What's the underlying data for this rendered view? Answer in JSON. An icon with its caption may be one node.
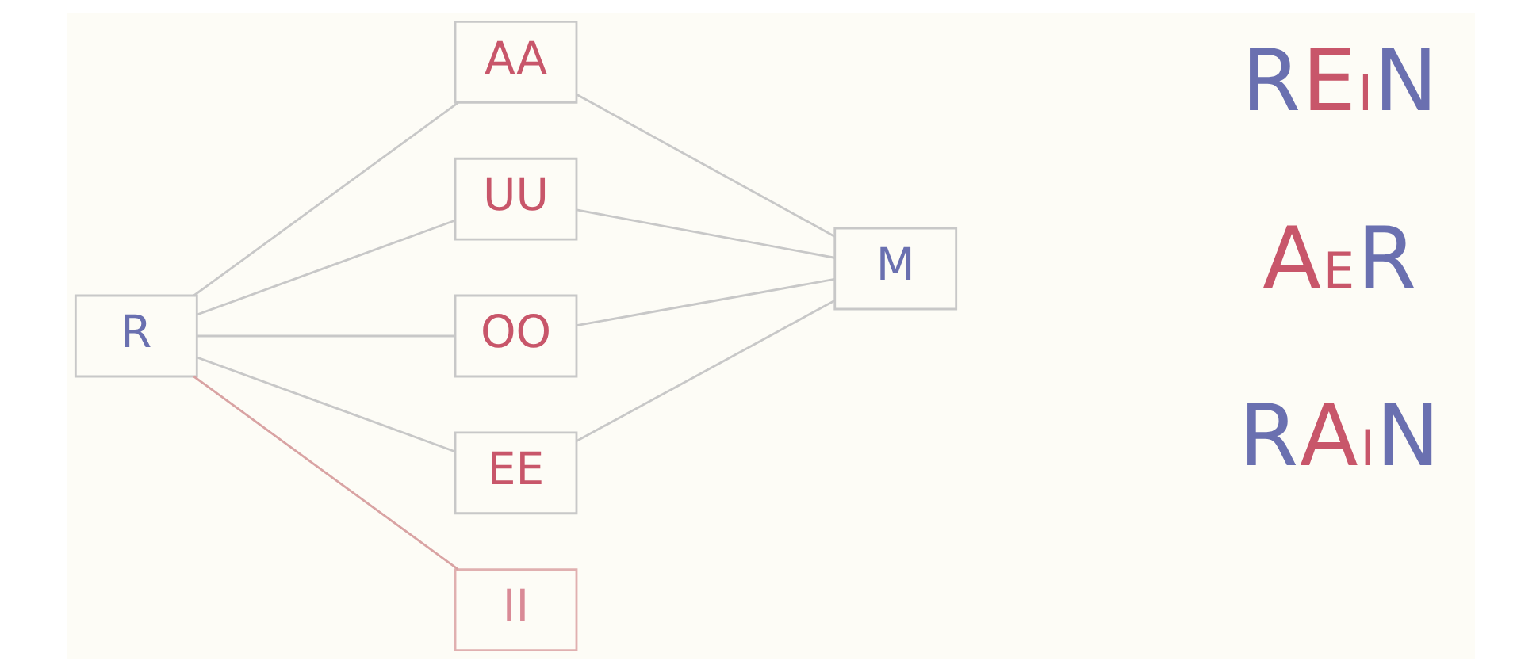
{
  "diagram": {
    "nodes": [
      {
        "text": [
          "R"
        ]
      },
      {
        "text": [
          "AA"
        ]
      },
      {
        "text": [
          "UU"
        ]
      },
      {
        "text": [
          "OO"
        ]
      },
      {
        "text": [
          "EE"
        ]
      },
      {
        "text": [
          "II"
        ]
      },
      {
        "text": [
          "M"
        ]
      }
    ],
    "edges": [
      {
        "from": 0,
        "to": 1,
        "arrow": "none"
      },
      {
        "from": 0,
        "to": 2,
        "arrow": "none"
      },
      {
        "from": 0,
        "to": 3,
        "arrow": "none"
      },
      {
        "from": 0,
        "to": 4,
        "arrow": "none"
      },
      {
        "from": 0,
        "to": 5,
        "arrow": "none",
        "color": "#d9a3a3"
      },
      {
        "from": 1,
        "to": 6,
        "arrow": "none"
      },
      {
        "from": 2,
        "to": 6,
        "arrow": "none"
      },
      {
        "from": 3,
        "to": 6,
        "arrow": "none"
      },
      {
        "from": 4,
        "to": 6,
        "arrow": "none"
      }
    ],
    "labels": [
      "REIN",
      "AER",
      "RAIN"
    ]
  }
}
